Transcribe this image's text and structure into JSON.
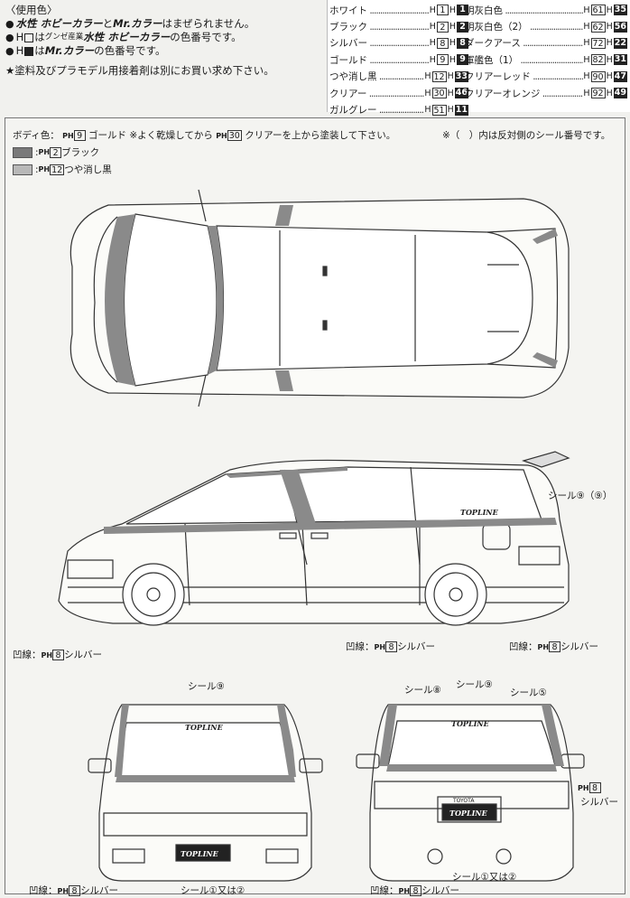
{
  "header": {
    "title": "〈使用色〉",
    "line1_a": "水性 ホビーカラー",
    "line1_b": "と",
    "line1_c": "Mr.カラー",
    "line1_d": "はまぜられません。",
    "line2_a": "H",
    "line2_b": "は",
    "line2_c": "グンゼ産業",
    "line2_d": "水性 ホビーカラー",
    "line2_e": "の色番号です。",
    "line3_a": "H",
    "line3_b": "は",
    "line3_c": "Mr.カラー",
    "line3_d": "の色番号です。",
    "note": "★塗料及びプラモデル用接着剤は別にお買い求め下さい。"
  },
  "colors_left": [
    {
      "name": "ホワイト",
      "h": "1",
      "mr": "1"
    },
    {
      "name": "ブラック",
      "h": "2",
      "mr": "2"
    },
    {
      "name": "シルバー",
      "h": "8",
      "mr": "8"
    },
    {
      "name": "ゴールド",
      "h": "9",
      "mr": "9"
    },
    {
      "name": "つや消し黒",
      "h": "12",
      "mr": "33"
    },
    {
      "name": "クリアー",
      "h": "30",
      "mr": "46"
    },
    {
      "name": "ガルグレー",
      "h": "51",
      "mr": "11"
    }
  ],
  "colors_right": [
    {
      "name": "明灰白色",
      "h": "61",
      "mr": "35"
    },
    {
      "name": "明灰白色（2）",
      "h": "62",
      "mr": "56"
    },
    {
      "name": "ダークアース",
      "h": "72",
      "mr": "22"
    },
    {
      "name": "軍艦色（1）",
      "h": "82",
      "mr": "31"
    },
    {
      "name": "クリアーレッド",
      "h": "90",
      "mr": "47"
    },
    {
      "name": "クリアーオレンジ",
      "h": "92",
      "mr": "49"
    }
  ],
  "h_letter": "H",
  "instructions": {
    "body_color": "ボディ色：",
    "pm": "PH",
    "body_num": "9",
    "body_name": "ゴールド",
    "body_rest": "※よく乾燥してから",
    "clear_num": "30",
    "clear_rest": "クリアーを上から塗装して下さい。",
    "reverse_note": "※（　）内は反対側のシール番号です。",
    "legend": [
      {
        "num": "2",
        "name": "ブラック",
        "color": "#7a7a7a"
      },
      {
        "num": "12",
        "name": "つや消し黒",
        "color": "#b8b8b8"
      }
    ]
  },
  "labels": {
    "seal_side": "シール⑨（⑨）",
    "groove_front": "凹線：",
    "groove_num": "8",
    "groove_name": "シルバー",
    "seal_rear": "シール⑨",
    "seal_8": "シール⑧",
    "seal_9": "シール⑨",
    "seal_5": "シール⑤",
    "silver": "シルバー",
    "seal_1or2": "シール①又は②",
    "topline": "TOPLINE",
    "toyota": "TOYOTA"
  }
}
